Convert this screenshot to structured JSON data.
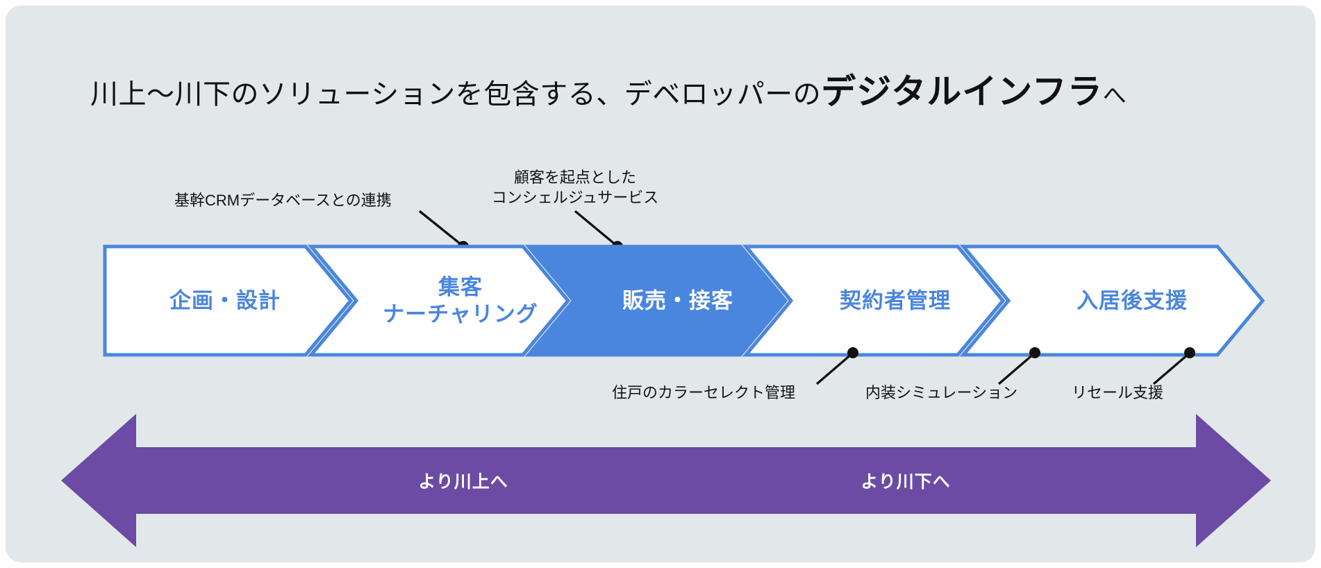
{
  "panel": {
    "background_color": "#e2e8e9"
  },
  "header": {
    "title_prefix": "川上〜川下のソリューションを包含する、デベロッパーの",
    "title_emphasis": "デジタルインフラ",
    "title_suffix": "へ"
  },
  "colors": {
    "accent_blue": "#4a86dd",
    "stage_fill": "#ffffff",
    "stage_active_fill": "#4a86dd",
    "purple": "#6b4ba3",
    "text_dark": "#111111",
    "panel_bg": "#e2e8e9"
  },
  "flow": {
    "stages": [
      {
        "label": "企画・設計",
        "lines": [
          "企画・設計"
        ],
        "active": false
      },
      {
        "label": "集客ナーチャリング",
        "lines": [
          "集客",
          "ナーチャリング"
        ],
        "active": false
      },
      {
        "label": "販売・接客",
        "lines": [
          "販売・接客"
        ],
        "active": true
      },
      {
        "label": "契約者管理",
        "lines": [
          "契約者管理"
        ],
        "active": false
      },
      {
        "label": "入居後支援",
        "lines": [
          "入居後支援"
        ],
        "active": false
      }
    ]
  },
  "callouts": {
    "crm": "基幹CRMデータベースとの連携",
    "concierge_line1": "顧客を起点とした",
    "concierge_line2": "コンシェルジュサービス",
    "color_select": "住戸のカラーセレクト管理",
    "simulation": "内装シミュレーション",
    "resale": "リセール支援"
  },
  "river_bar": {
    "upstream_label": "より川上へ",
    "downstream_label": "より川下へ"
  }
}
